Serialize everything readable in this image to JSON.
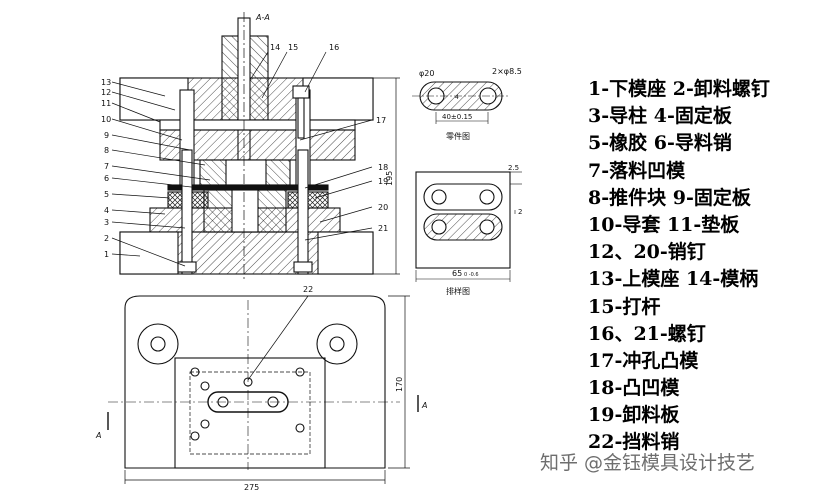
{
  "drawing": {
    "section_label": "A-A",
    "part_numbers_left": [
      "13",
      "12",
      "11",
      "10",
      "9",
      "8",
      "7",
      "6",
      "5",
      "4",
      "3",
      "2",
      "1"
    ],
    "part_numbers_top": [
      "14",
      "15",
      "16"
    ],
    "part_numbers_right": [
      "17",
      "18",
      "19",
      "20",
      "21"
    ],
    "part_number_plan": "22",
    "dim_height": "195",
    "dim_length": "275",
    "dim_width": "170",
    "section_mark": "A",
    "part_drawing": {
      "dia_large": "φ20",
      "dia_small": "2×φ8.5",
      "pitch": "40±0.15",
      "caption": "零件图",
      "small_dim": "4"
    },
    "strip_layout": {
      "margin": "2.5",
      "gap": "2",
      "step_value": "65",
      "step_tol": "0\n-0.6",
      "caption": "排样图"
    }
  },
  "legend": [
    {
      "text": "1-下模座 2-卸料螺钉"
    },
    {
      "text": "3-导柱     4-固定板"
    },
    {
      "text": "5-橡胶     6-导料销"
    },
    {
      "text": "7-落料凹模"
    },
    {
      "text": "8-推件块     9-固定板"
    },
    {
      "text": "10-导套      11-垫板"
    },
    {
      "text": "12、20-销钉"
    },
    {
      "text": "13-上模座    14-模柄"
    },
    {
      "text": "15-打杆"
    },
    {
      "text": "16、21-螺钉"
    },
    {
      "text": "17-冲孔凸模"
    },
    {
      "text": "18-凸凹模"
    },
    {
      "text": "19-卸料板"
    },
    {
      "text": "22-挡料销"
    }
  ],
  "watermark": "知乎 @金钰模具设计技艺"
}
